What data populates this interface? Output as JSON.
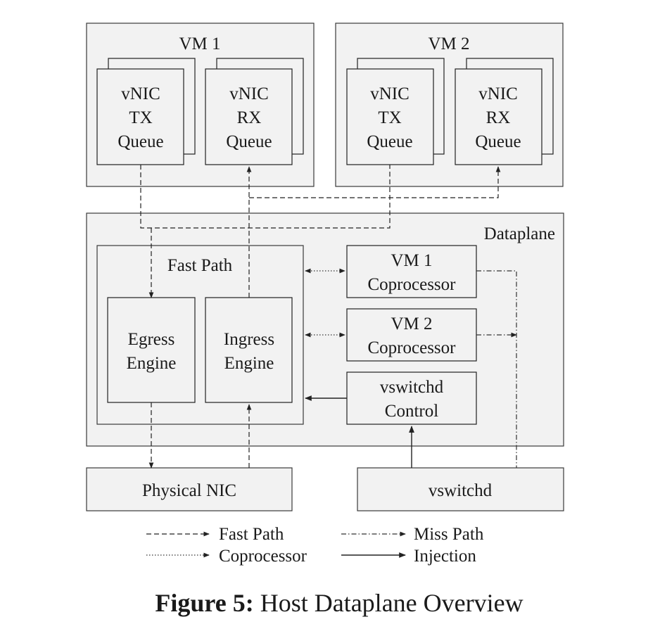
{
  "vm1": {
    "title": "VM 1",
    "tx_queue": [
      "vNIC",
      "TX",
      "Queue"
    ],
    "rx_queue": [
      "vNIC",
      "RX",
      "Queue"
    ]
  },
  "vm2": {
    "title": "VM 2",
    "tx_queue": [
      "vNIC",
      "TX",
      "Queue"
    ],
    "rx_queue": [
      "vNIC",
      "RX",
      "Queue"
    ]
  },
  "dataplane": {
    "title": "Dataplane",
    "fast_path": {
      "title": "Fast Path",
      "egress": [
        "Egress",
        "Engine"
      ],
      "ingress": [
        "Ingress",
        "Engine"
      ]
    },
    "vm1_coprocessor": [
      "VM 1",
      "Coprocessor"
    ],
    "vm2_coprocessor": [
      "VM 2",
      "Coprocessor"
    ],
    "vswitchd_control": [
      "vswitchd",
      "Control"
    ]
  },
  "physical_nic": "Physical NIC",
  "vswitchd": "vswitchd",
  "legend": {
    "fast_path": "Fast Path",
    "coprocessor": "Coprocessor",
    "miss_path": "Miss Path",
    "injection": "Injection"
  },
  "caption": {
    "label": "Figure 5:",
    "text": "Host Dataplane Overview"
  }
}
